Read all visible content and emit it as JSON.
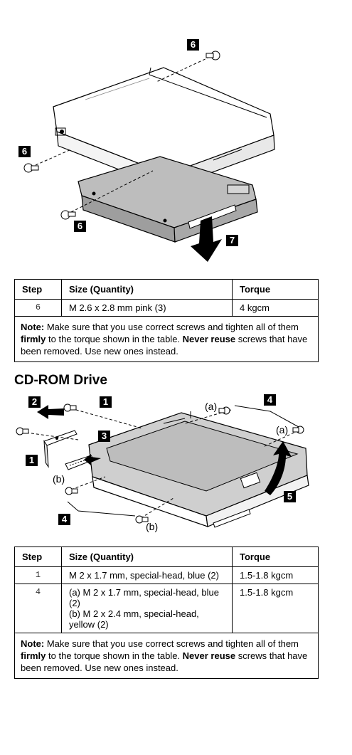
{
  "fig1": {
    "callouts": {
      "top": "6",
      "left": "6",
      "bottom": "6",
      "arrow": "7"
    }
  },
  "table1": {
    "headers": [
      "Step",
      "Size (Quantity)",
      "Torque"
    ],
    "rows": [
      {
        "step": "6",
        "size": "M 2.6 x 2.8 mm pink (3)",
        "torque": "4 kgcm"
      }
    ],
    "note": {
      "label": "Note:",
      "p1": "  Make sure that you use correct screws and tighten all of them ",
      "b1": "firmly",
      "p2": " to the torque shown in the table.  ",
      "b2": "Never reuse",
      "p3": " screws that have been removed.  Use new ones instead."
    }
  },
  "section": {
    "title": "CD-ROM Drive"
  },
  "fig2": {
    "callouts": {
      "c2": "2",
      "c1a": "1",
      "c3": "3",
      "c1b": "1",
      "c4a": "4",
      "c4b": "4",
      "c5": "5"
    },
    "labels": {
      "a1": "(a)",
      "a2": "(a)",
      "b1": "(b)",
      "b2": "(b)"
    }
  },
  "table2": {
    "headers": [
      "Step",
      "Size (Quantity)",
      "Torque"
    ],
    "rows": [
      {
        "step": "1",
        "size": "M 2 x 1.7 mm, special-head, blue (2)",
        "torque": "1.5-1.8 kgcm"
      },
      {
        "step": "4",
        "size_a": "(a) M 2 x 1.7 mm, special-head, blue (2)",
        "size_b": "(b) M 2 x 2.4 mm, special-head, yellow (2)",
        "torque": "1.5-1.8 kgcm"
      }
    ],
    "note": {
      "label": "Note:",
      "p1": "  Make sure that you use correct screws and tighten all of them ",
      "b1": "firmly",
      "p2": " to the torque shown in the table.  ",
      "b2": "Never reuse",
      "p3": " screws that have been removed.  Use new ones instead."
    }
  }
}
